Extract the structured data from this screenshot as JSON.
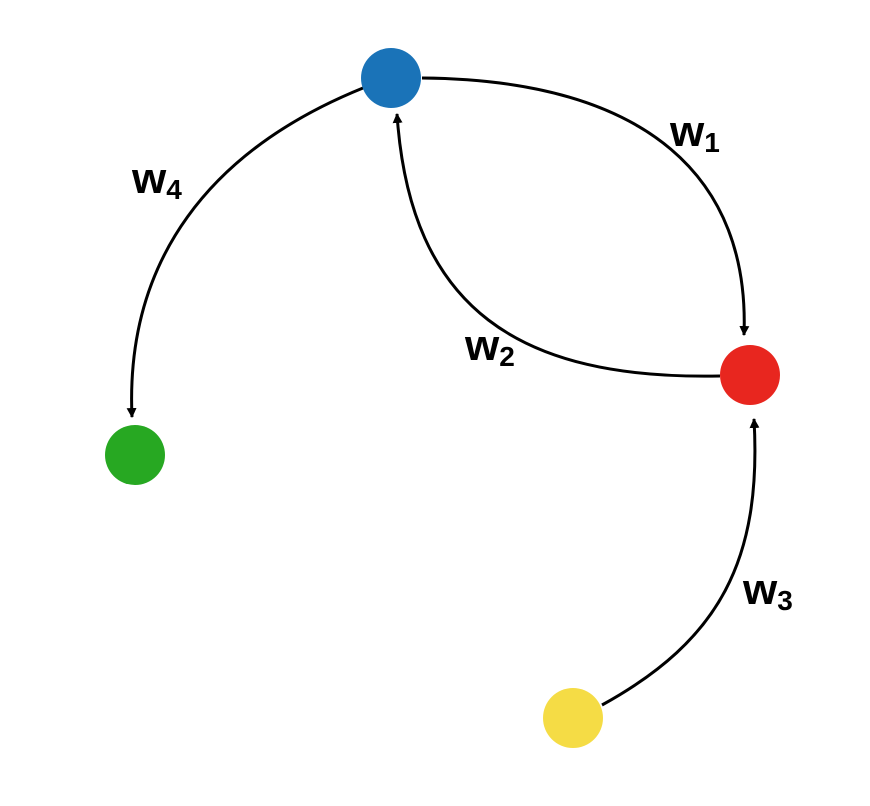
{
  "graph": {
    "nodes": [
      {
        "id": "blue",
        "color": "#1a73b8"
      },
      {
        "id": "red",
        "color": "#e8261f"
      },
      {
        "id": "green",
        "color": "#27a822"
      },
      {
        "id": "yellow",
        "color": "#f5dc45"
      }
    ],
    "edges": [
      {
        "id": "w1",
        "from": "blue",
        "to": "red",
        "label_main": "w",
        "label_sub": "1"
      },
      {
        "id": "w2",
        "from": "red",
        "to": "blue",
        "label_main": "w",
        "label_sub": "2"
      },
      {
        "id": "w3",
        "from": "yellow",
        "to": "red",
        "label_main": "w",
        "label_sub": "3"
      },
      {
        "id": "w4",
        "from": "blue",
        "to": "green",
        "label_main": "w",
        "label_sub": "4"
      }
    ]
  }
}
